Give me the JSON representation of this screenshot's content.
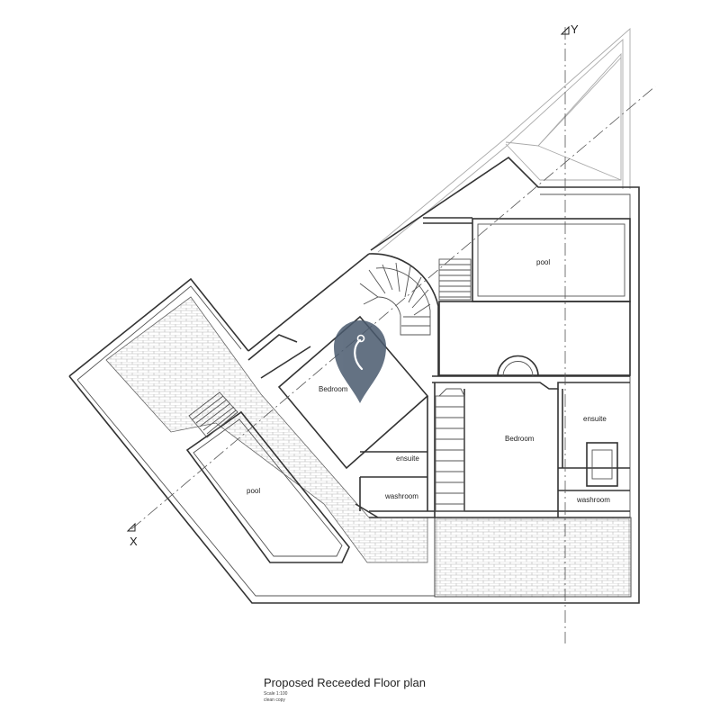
{
  "drawing": {
    "title": "Proposed Receeded Floor plan",
    "scale_note": "Scale 1:100",
    "copy_note": "clean copy"
  },
  "axes": {
    "x_label": "X",
    "y_label": "Y"
  },
  "rooms": {
    "pool_upper": "pool",
    "pool_lower": "pool",
    "bedroom_left": "Bedroom",
    "bedroom_right": "Bedroom",
    "ensuite_left": "ensuite",
    "ensuite_right": "ensuite",
    "washroom_left": "washroom",
    "washroom_right": "washroom"
  },
  "watermark": {
    "icon": "map-pin-icon",
    "color": "#4a5a6e"
  }
}
